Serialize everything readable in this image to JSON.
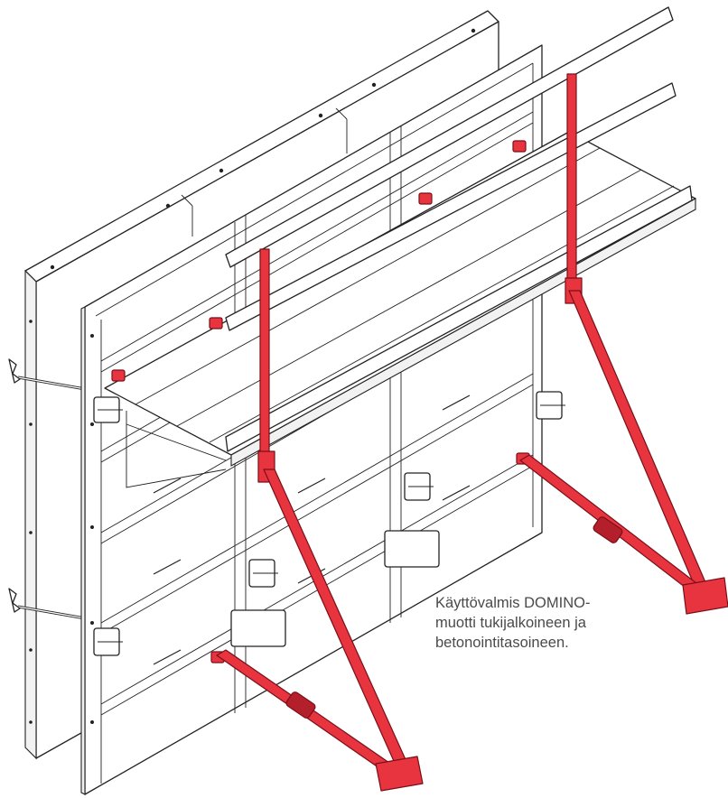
{
  "caption": {
    "lines": [
      "Käyttövalmis DOMINO-",
      "muotti tukijalkoineen ja",
      "betonointitasoineen."
    ]
  },
  "colors": {
    "prop_red": "#e8343f",
    "prop_dark": "#b31f2a",
    "line": "#222222",
    "panel_fill": "#ffffff",
    "shade": "#f2f2f2"
  },
  "icons": [
    "push-pull-prop",
    "prop-base-plate",
    "formwork-clamp",
    "scaffold-bracket",
    "tie-rod"
  ]
}
